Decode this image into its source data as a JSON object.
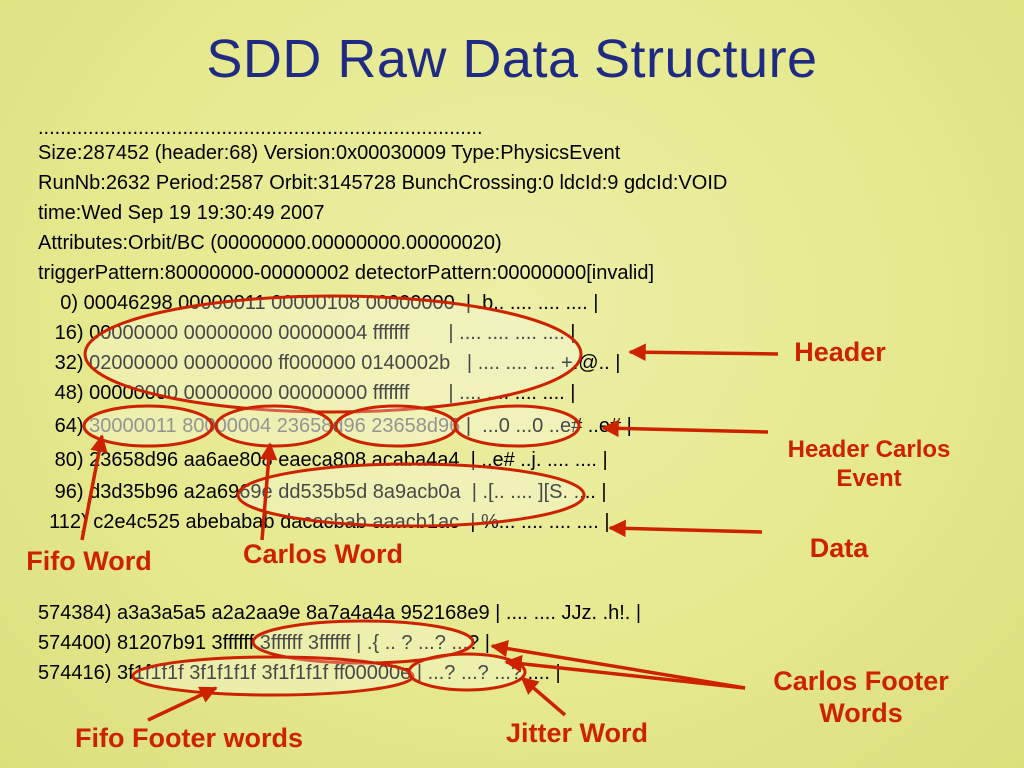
{
  "title": "SDD Raw Data Structure",
  "header_lines": [
    "................................................................................",
    "Size:287452 (header:68) Version:0x00030009 Type:PhysicsEvent",
    "RunNb:2632 Period:2587 Orbit:3145728 BunchCrossing:0 ldcId:9 gdcId:VOID",
    "time:Wed Sep 19 19:30:49 2007",
    "Attributes:Orbit/BC (00000000.00000000.00000020)",
    "triggerPattern:80000000-00000002 detectorPattern:00000000[invalid]"
  ],
  "dump_rows": [
    {
      "offset": "    0)",
      "words": "00046298 00000011 00000108 00000000",
      "ascii": "  | .b.. .... .... .... |"
    },
    {
      "offset": "   16)",
      "words": "00000000 00000000 00000004 fffffff",
      "ascii": "       | .... .... .... .... |"
    },
    {
      "offset": "   32)",
      "words": "02000000 00000000 ff000000 0140002b",
      "ascii": "   | .... .... .... +.@.. |"
    },
    {
      "offset": "   48)",
      "words": "00000000 00000000 00000000 fffffff",
      "ascii": "       | .... .... .... .... |"
    },
    {
      "offset": "   64)",
      "words": "30000011 80000004 23658d96 23658d96",
      "ascii": " |  ...0 ...0 ..e# ..e# |"
    },
    {
      "offset": "   80)",
      "words": "23658d96 aa6ae808 eaeca808 acaba4a4",
      "ascii": "  | ..e# ..j. .... .... |"
    },
    {
      "offset": "   96)",
      "words": "d3d35b96 a2a6969e dd535b5d 8a9acb0a",
      "ascii": "  | .[.. .... ][S. .... |"
    },
    {
      "offset": "  112)",
      "words": "c2e4c525 abebabab dacacbab aaacb1ac",
      "ascii": "  | %... .... .... .... |"
    }
  ],
  "footer_rows": [
    {
      "offset": "574384)",
      "words": "a3a3a5a5 a2a2aa9e 8a7a4a4a 952168e9",
      "ascii": " | .... .... JJz. .h!. |"
    },
    {
      "offset": "574400)",
      "words": "81207b91 3ffffff 3ffffff 3ffffff",
      "ascii": " | .{ .. ? ...? ...? |"
    },
    {
      "offset": "574416)",
      "words": "3f1f1f1f 3f1f1f1f 3f1f1f1f ff00000e",
      "ascii": " | ...? ...? ...? .... |"
    }
  ],
  "labels": {
    "header": "Header",
    "header_carlos_event_1": "Header Carlos",
    "header_carlos_event_2": "Event",
    "data": "Data",
    "fifo_word": "Fifo Word",
    "carlos_word": "Carlos Word",
    "carlos_footer_1": "Carlos Footer",
    "carlos_footer_2": "Words",
    "fifo_footer": "Fifo Footer words",
    "jitter_word": "Jitter Word"
  },
  "colors": {
    "title": "#1f2a83",
    "annotation": "#cc2200",
    "background": "#e6e98e"
  }
}
